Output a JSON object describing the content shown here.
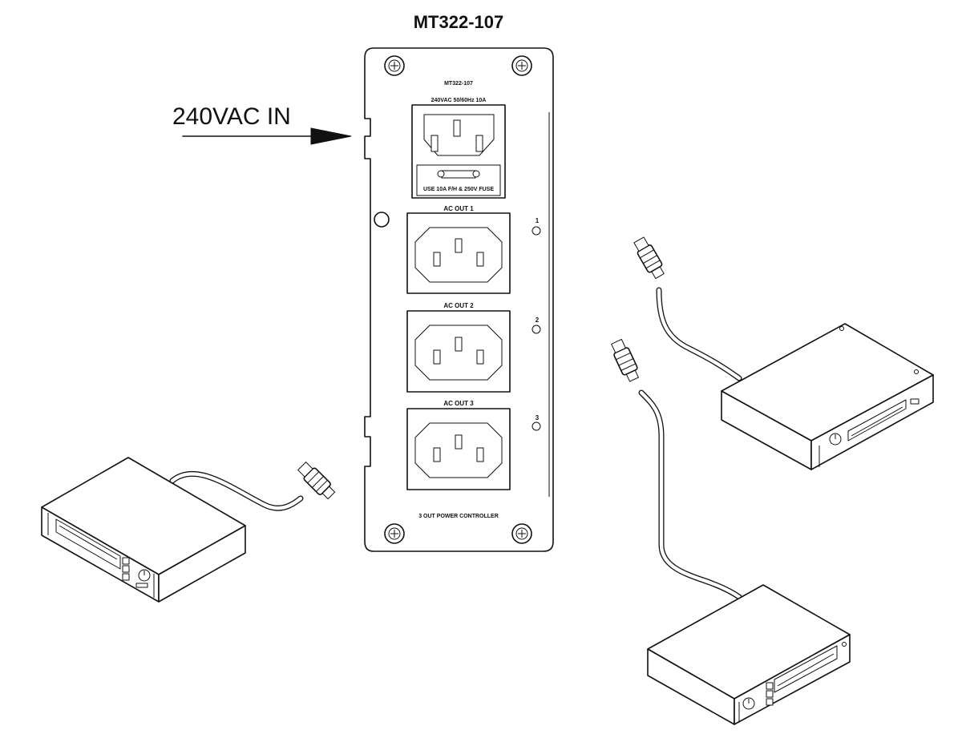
{
  "diagram": {
    "title": "MT322-107",
    "input_label": "240VAC IN",
    "panel": {
      "model_text": "MT322-107",
      "inlet_rating": "240VAC 50/60Hz 10A",
      "fuse_text": "USE 10A F/H & 250V FUSE",
      "outlets": [
        {
          "label": "AC OUT 1",
          "led": "1"
        },
        {
          "label": "AC OUT 2",
          "led": "2"
        },
        {
          "label": "AC OUT 3",
          "led": "3"
        }
      ],
      "footer": "3 OUT POWER CONTROLLER"
    },
    "devices": [
      "device-left",
      "device-top-right",
      "device-bottom-right"
    ],
    "colors": {
      "line": "#111111",
      "background": "#ffffff"
    }
  }
}
